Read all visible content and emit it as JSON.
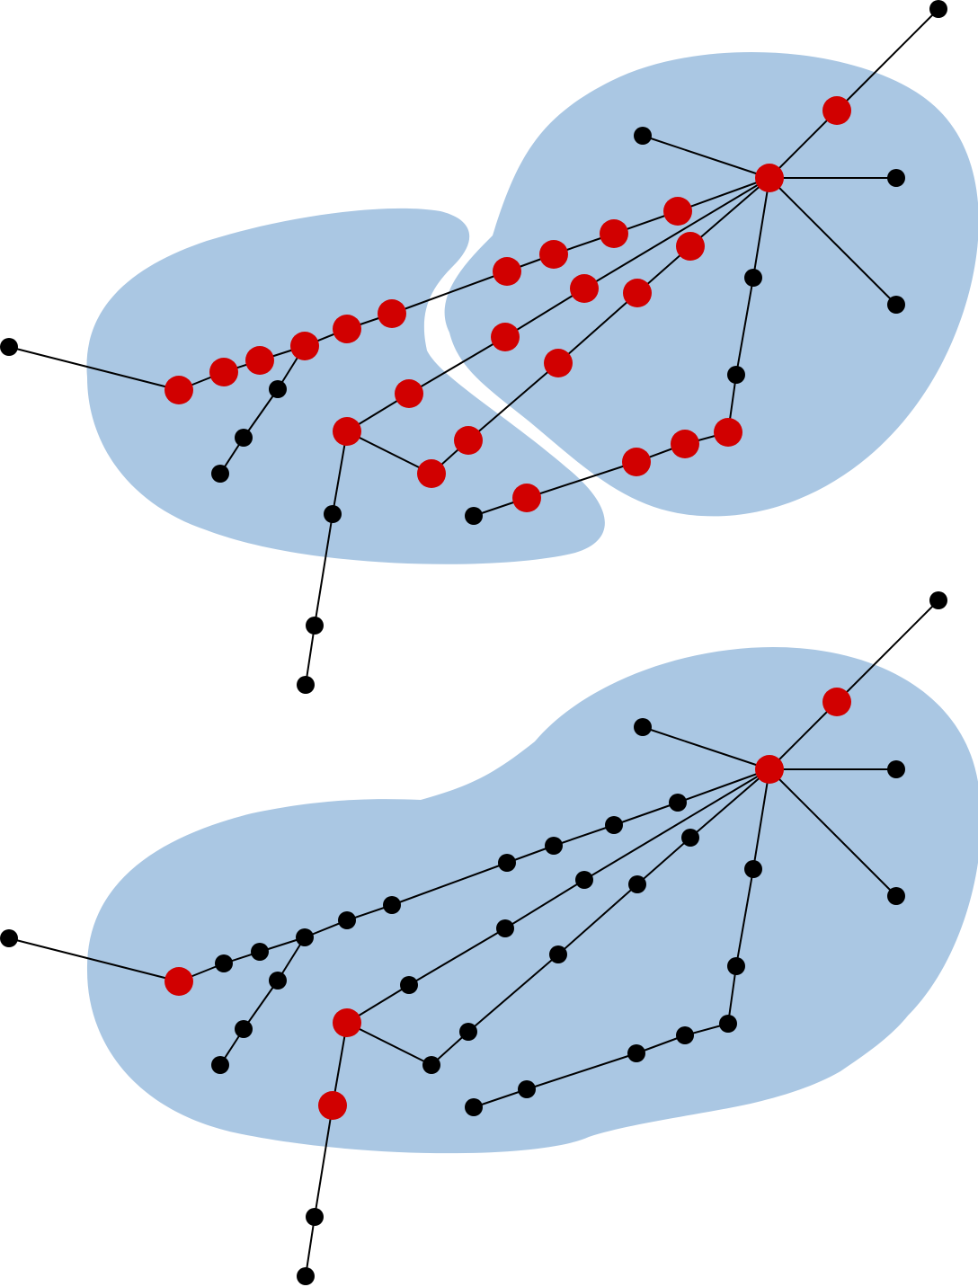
{
  "colors": {
    "region": "#aac7e3",
    "edge": "#000000",
    "node_default": "#000000",
    "node_highlight": "#d10000",
    "background": "#ffffff"
  },
  "panels": [
    {
      "name": "top-graph",
      "highlighted_nodes": [
        "h",
        "n1",
        "b1",
        "b2",
        "b3",
        "b4",
        "c1",
        "c2",
        "c3",
        "c4",
        "c5",
        "c6",
        "c7",
        "c8",
        "c9",
        "d1",
        "d2",
        "d3",
        "d4",
        "e1",
        "e2",
        "e3",
        "e4",
        "e5",
        "e6"
      ]
    },
    {
      "name": "bottom-graph",
      "highlighted_nodes": [
        "h",
        "n1",
        "c9",
        "d4",
        "d5"
      ]
    }
  ]
}
